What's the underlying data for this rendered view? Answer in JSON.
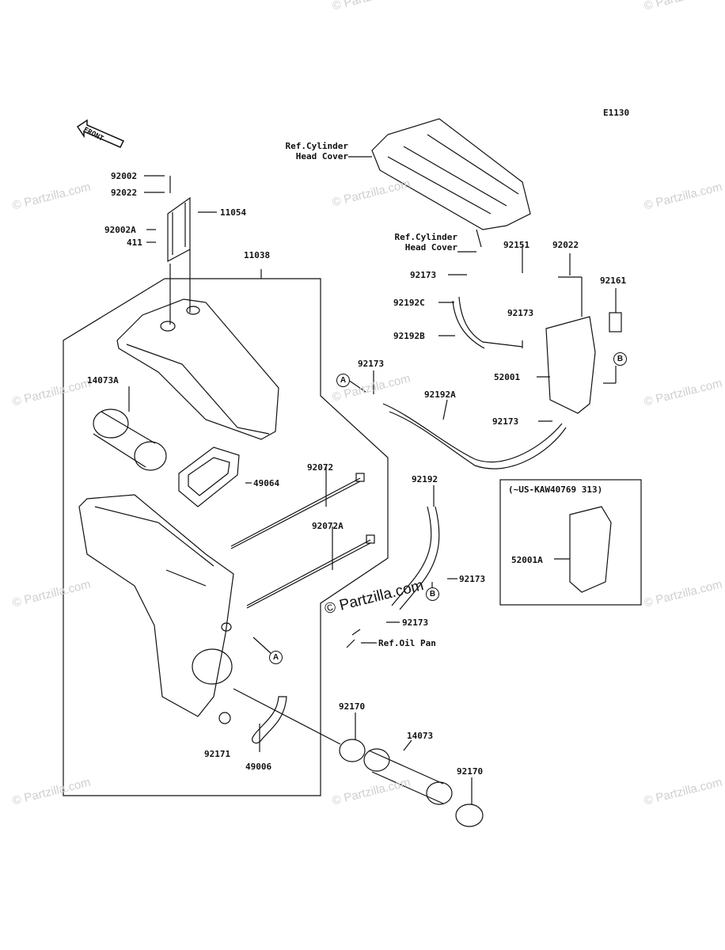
{
  "diagram_code": "E1130",
  "front_sign": "FRONT",
  "watermark": "© Partzilla.com",
  "watermark_center": "© Partzilla.com",
  "refs": {
    "cyl_head_cover_1": [
      "Ref.Cylinder",
      "Head Cover"
    ],
    "cyl_head_cover_2": [
      "Ref.Cylinder",
      "Head Cover"
    ],
    "oil_pan": "Ref.Oil Pan"
  },
  "inset_note": "(~US-KAW40769 313)",
  "circle_refs": [
    "A",
    "B"
  ],
  "parts": {
    "p92002": "92002",
    "p92022_left": "92022",
    "p11054": "11054",
    "p92002A": "92002A",
    "p411": "411",
    "p11038": "11038",
    "p14073A": "14073A",
    "p49064": "49064",
    "p92072": "92072",
    "p92072A": "92072A",
    "p92171": "92171",
    "p49006": "49006",
    "p92170_a": "92170",
    "p14073": "14073",
    "p92170_b": "92170",
    "p92151": "92151",
    "p92022_right": "92022",
    "p92161": "92161",
    "p92173_1": "92173",
    "p92192C": "92192C",
    "p92192B": "92192B",
    "p92173_2": "92173",
    "p52001": "52001",
    "p92173_3": "92173",
    "p92192A": "92192A",
    "p92173_4": "92173",
    "p92192": "92192",
    "p92173_5": "92173",
    "p92173_6": "92173",
    "p52001A": "52001A"
  }
}
